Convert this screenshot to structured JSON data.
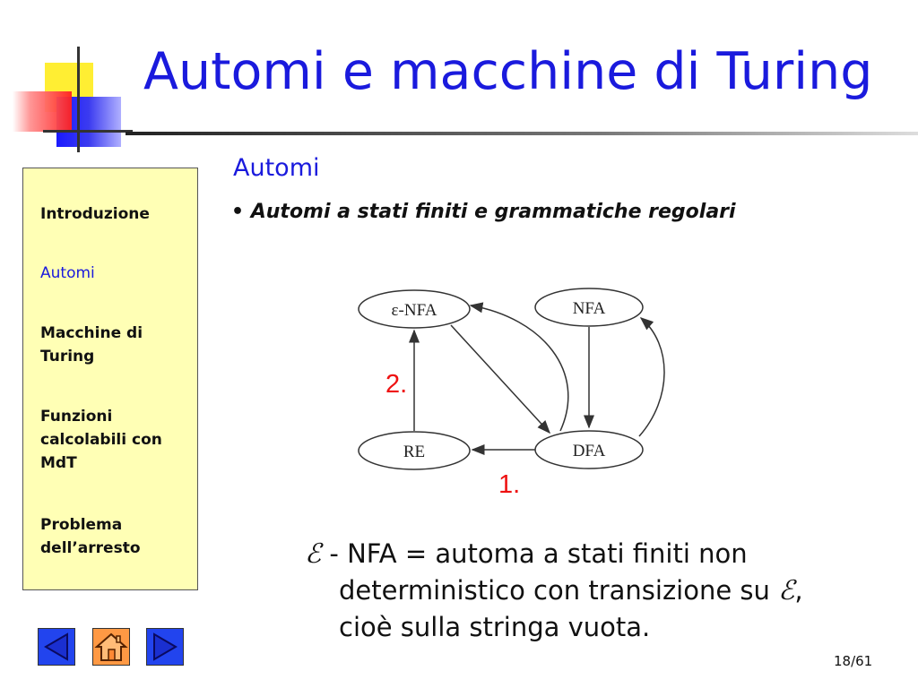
{
  "title": "Automi e macchine di Turing",
  "sidebar": {
    "items": [
      {
        "label": "Introduzione",
        "active": false
      },
      {
        "label": "Automi",
        "active": true
      },
      {
        "label": "Macchine di Turing",
        "active": false
      },
      {
        "label": "Funzioni calcolabili con MdT",
        "active": false
      },
      {
        "label": "Problema dell’arresto",
        "active": false
      }
    ]
  },
  "main": {
    "section": "Automi",
    "bullet": "Automi a stati finiti e grammatiche regolari",
    "diagram": {
      "nodes": [
        "ε-NFA",
        "NFA",
        "RE",
        "DFA"
      ],
      "label_2": "2.",
      "label_1": "1."
    },
    "note": {
      "eps_symbol": "ℰ",
      "line1": "- NFA = automa a stati finiti non",
      "line2": "deterministico con transizione su",
      "line3": "cioè sulla stringa vuota.",
      "trail": ","
    }
  },
  "page_number": "18/61",
  "nav": {
    "prev_icon": "left-arrow-icon",
    "home_icon": "home-icon",
    "next_icon": "right-arrow-icon"
  },
  "colors": {
    "title": "#1a1add",
    "sidebar_bg": "#ffffb5",
    "labels": "#ee1111",
    "nav_blue": "#2244ee",
    "nav_orange": "#ff9944"
  }
}
